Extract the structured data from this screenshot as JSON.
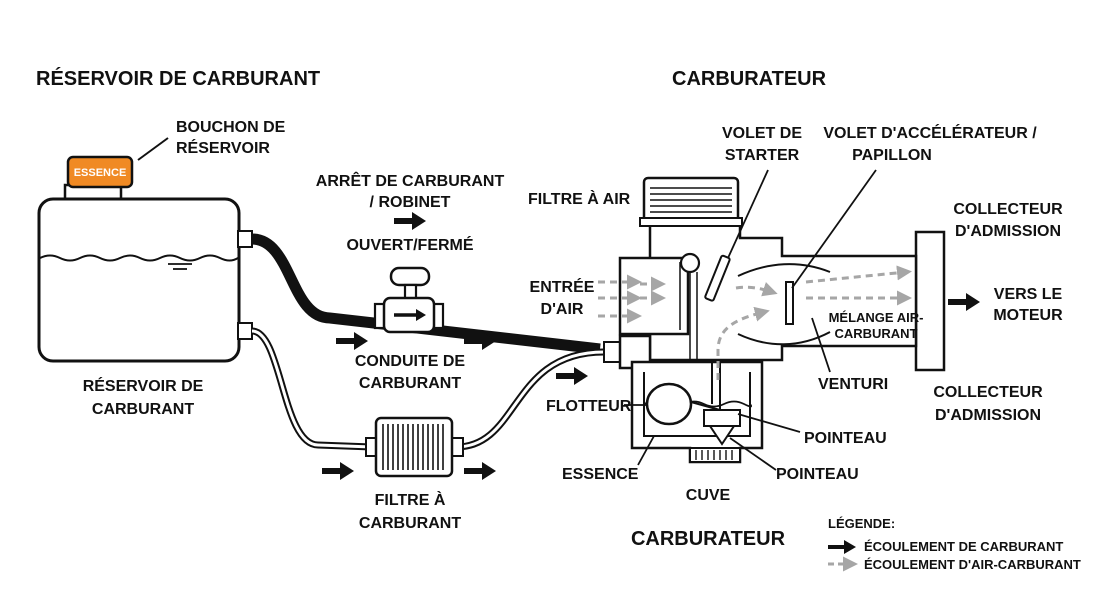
{
  "colors": {
    "ink": "#111111",
    "cap_fill": "#f08a24",
    "air_flow": "#a6a6a6",
    "background": "#ffffff"
  },
  "titles": {
    "tank_section": "RÉSERVOIR DE CARBURANT",
    "carb_section": "CARBURATEUR",
    "carb_bottom": "CARBURATEUR"
  },
  "tank": {
    "cap_text": "ESSENCE",
    "cap_label_1": "BOUCHON DE",
    "cap_label_2": "RÉSERVOIR",
    "label_1": "RÉSERVOIR DE",
    "label_2": "CARBURANT"
  },
  "valve": {
    "label_1": "ARRÊT DE CARBURANT",
    "label_2": "/ ROBINET",
    "state": "OUVERT/FERMÉ"
  },
  "fuel_line": {
    "label_1": "CONDUITE DE",
    "label_2": "CARBURANT"
  },
  "fuel_filter": {
    "label_1": "FILTRE À",
    "label_2": "CARBURANT"
  },
  "carb_parts": {
    "air_filter": "FILTRE À AIR",
    "air_inlet_1": "ENTRÉE",
    "air_inlet_2": "D'AIR",
    "choke_1": "VOLET DE",
    "choke_2": "STARTER",
    "throttle_1": "VOLET D'ACCÉLÉRATEUR /",
    "throttle_2": "PAPILLON",
    "mixture_1": "MÉLANGE AIR-",
    "mixture_2": "CARBURANT",
    "venturi": "VENTURI",
    "float": "FLOTTEUR",
    "needle_1": "POINTEAU",
    "needle_2": "POINTEAU",
    "fuel": "ESSENCE",
    "bowl": "CUVE"
  },
  "manifold": {
    "top_1": "COLLECTEUR",
    "top_2": "D'ADMISSION",
    "bottom_1": "COLLECTEUR",
    "bottom_2": "D'ADMISSION",
    "engine_1": "VERS LE",
    "engine_2": "MOTEUR"
  },
  "legend": {
    "title": "LÉGENDE:",
    "fuel_flow": "ÉCOULEMENT DE CARBURANT",
    "air_fuel_flow": "ÉCOULEMENT D'AIR-CARBURANT"
  }
}
